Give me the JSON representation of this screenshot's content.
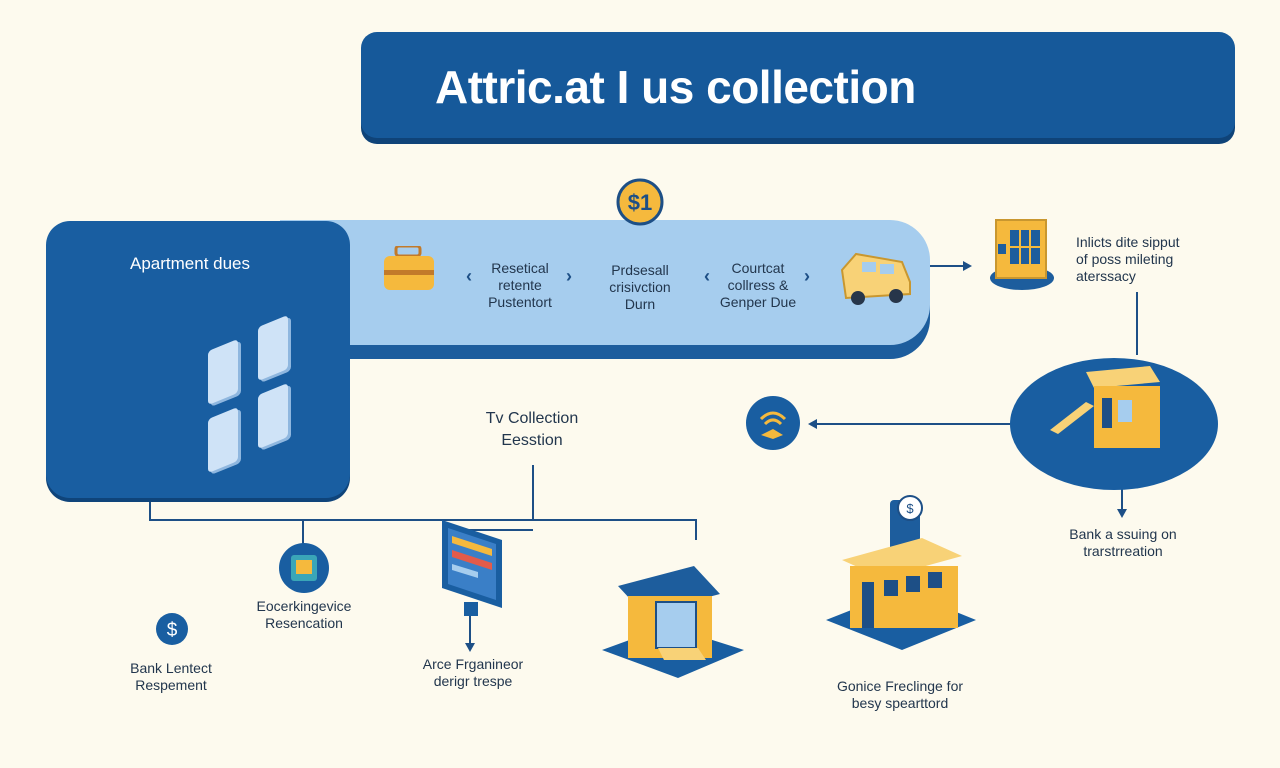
{
  "title": "Attric.at I us collection",
  "apartment": {
    "label": "Apartment dues"
  },
  "pipeline": {
    "steps": [
      {
        "lines": [
          "Resetical",
          "retente",
          "Pustentort"
        ]
      },
      {
        "lines": [
          "Prdsesall",
          "crisivction",
          "Durn"
        ]
      },
      {
        "lines": [
          "Courtcat",
          "collress &",
          "Genper Due"
        ]
      }
    ],
    "coin_text": "$1"
  },
  "right_top": {
    "lines": [
      "Inlicts dite sipput",
      "of poss mileting",
      "aterssacy"
    ]
  },
  "bank_right": {
    "lines": [
      "Bank a ssuing on",
      "trarstrreation"
    ]
  },
  "center": {
    "lines": [
      "Tv Collection",
      "Eesstion"
    ]
  },
  "bottom": {
    "bank_left": [
      "Bank Lentect",
      "Respement"
    ],
    "service": [
      "Eocerkingevice",
      "Resencation"
    ],
    "monitor": [
      "Arce Frganineor",
      "derigr trespe"
    ],
    "shop": [
      "Gonice Freclinge for",
      "besy spearttord"
    ],
    "dollar_icon_text": "$",
    "shop_sign_text": "$"
  },
  "colors": {
    "accent": "#16599a",
    "pipeline": "#a6cdee",
    "gold": "#f5b93d",
    "background": "#fdfaee"
  }
}
